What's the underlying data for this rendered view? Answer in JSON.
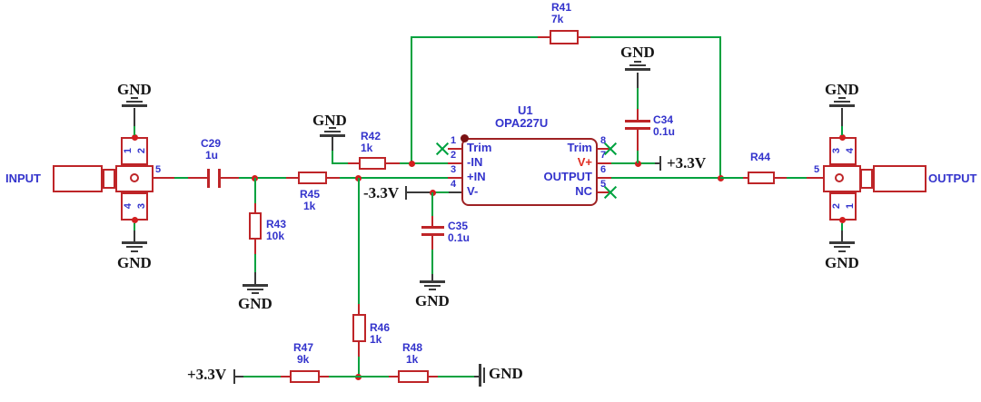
{
  "colors": {
    "wire": "#00A23F",
    "component_outline": "#BE2528",
    "chip_outline": "#9E2123",
    "designator_text": "#3333CC",
    "vplus_pin_text": "#E02B20",
    "net_label_text": "#151515",
    "junction_dot": "#D21F1F",
    "background": "#FFFFFF"
  },
  "labels": {
    "gnd": "GND",
    "vpos": "+3.3V",
    "vneg": "-3.3V"
  },
  "components": {
    "r41": {
      "ref": "R41",
      "value": "7k"
    },
    "r42": {
      "ref": "R42",
      "value": "1k"
    },
    "r43": {
      "ref": "R43",
      "value": "10k"
    },
    "r44": {
      "ref": "R44"
    },
    "r45": {
      "ref": "R45",
      "value": "1k"
    },
    "r46": {
      "ref": "R46",
      "value": "1k"
    },
    "r47": {
      "ref": "R47",
      "value": "9k"
    },
    "r48": {
      "ref": "R48",
      "value": "1k"
    },
    "c29": {
      "ref": "C29",
      "value": "1u"
    },
    "c34": {
      "ref": "C34",
      "value": "0.1u"
    },
    "c35": {
      "ref": "C35",
      "value": "0.1u"
    }
  },
  "chip": {
    "ref": "U1",
    "part": "OPA227U",
    "left_pins": [
      {
        "num": "1",
        "name": "Trim"
      },
      {
        "num": "2",
        "name": "-IN"
      },
      {
        "num": "3",
        "name": "+IN"
      },
      {
        "num": "4",
        "name": "V-"
      }
    ],
    "right_pins": [
      {
        "num": "8",
        "name": "Trim"
      },
      {
        "num": "7",
        "name": "V+"
      },
      {
        "num": "6",
        "name": "OUTPUT"
      },
      {
        "num": "5",
        "name": "NC"
      }
    ]
  },
  "connectors": {
    "input": {
      "label": "INPUT",
      "center_pin": "5",
      "top_left": "1",
      "top_right": "2",
      "bottom_left": "4",
      "bottom_right": "3"
    },
    "output": {
      "label": "OUTPUT",
      "center_pin": "5",
      "top_left": "3",
      "top_right": "4",
      "bottom_left": "2",
      "bottom_right": "1"
    }
  }
}
